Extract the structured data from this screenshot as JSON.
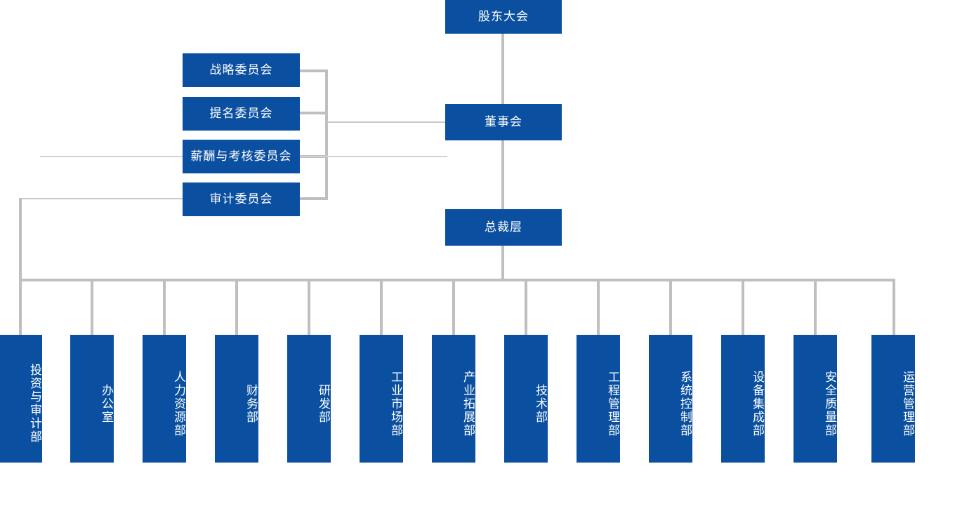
{
  "chart": {
    "type": "org-chart",
    "title": "",
    "accent_color": "#0b50a0",
    "line_color": "#bfbfbf",
    "text_color": "#ffffff",
    "background": "#ffffff"
  },
  "levels": {
    "shareholders": {
      "label": "股东大会"
    },
    "board": {
      "label": "董事会"
    },
    "president": {
      "label": "总裁层"
    }
  },
  "committees": [
    {
      "label": "战略委员会"
    },
    {
      "label": "提名委员会"
    },
    {
      "label": "薪酬与考核委员会"
    },
    {
      "label": "审计委员会"
    }
  ],
  "departments": [
    {
      "label": "投资与审计部"
    },
    {
      "label": "办公室"
    },
    {
      "label": "人力资源部"
    },
    {
      "label": "财务部"
    },
    {
      "label": "研发部"
    },
    {
      "label": "工业市场部"
    },
    {
      "label": "产业拓展部"
    },
    {
      "label": "技术部"
    },
    {
      "label": "工程管理部"
    },
    {
      "label": "系统控制部"
    },
    {
      "label": "设备集成部"
    },
    {
      "label": "安全质量部"
    },
    {
      "label": "运营管理部"
    }
  ]
}
